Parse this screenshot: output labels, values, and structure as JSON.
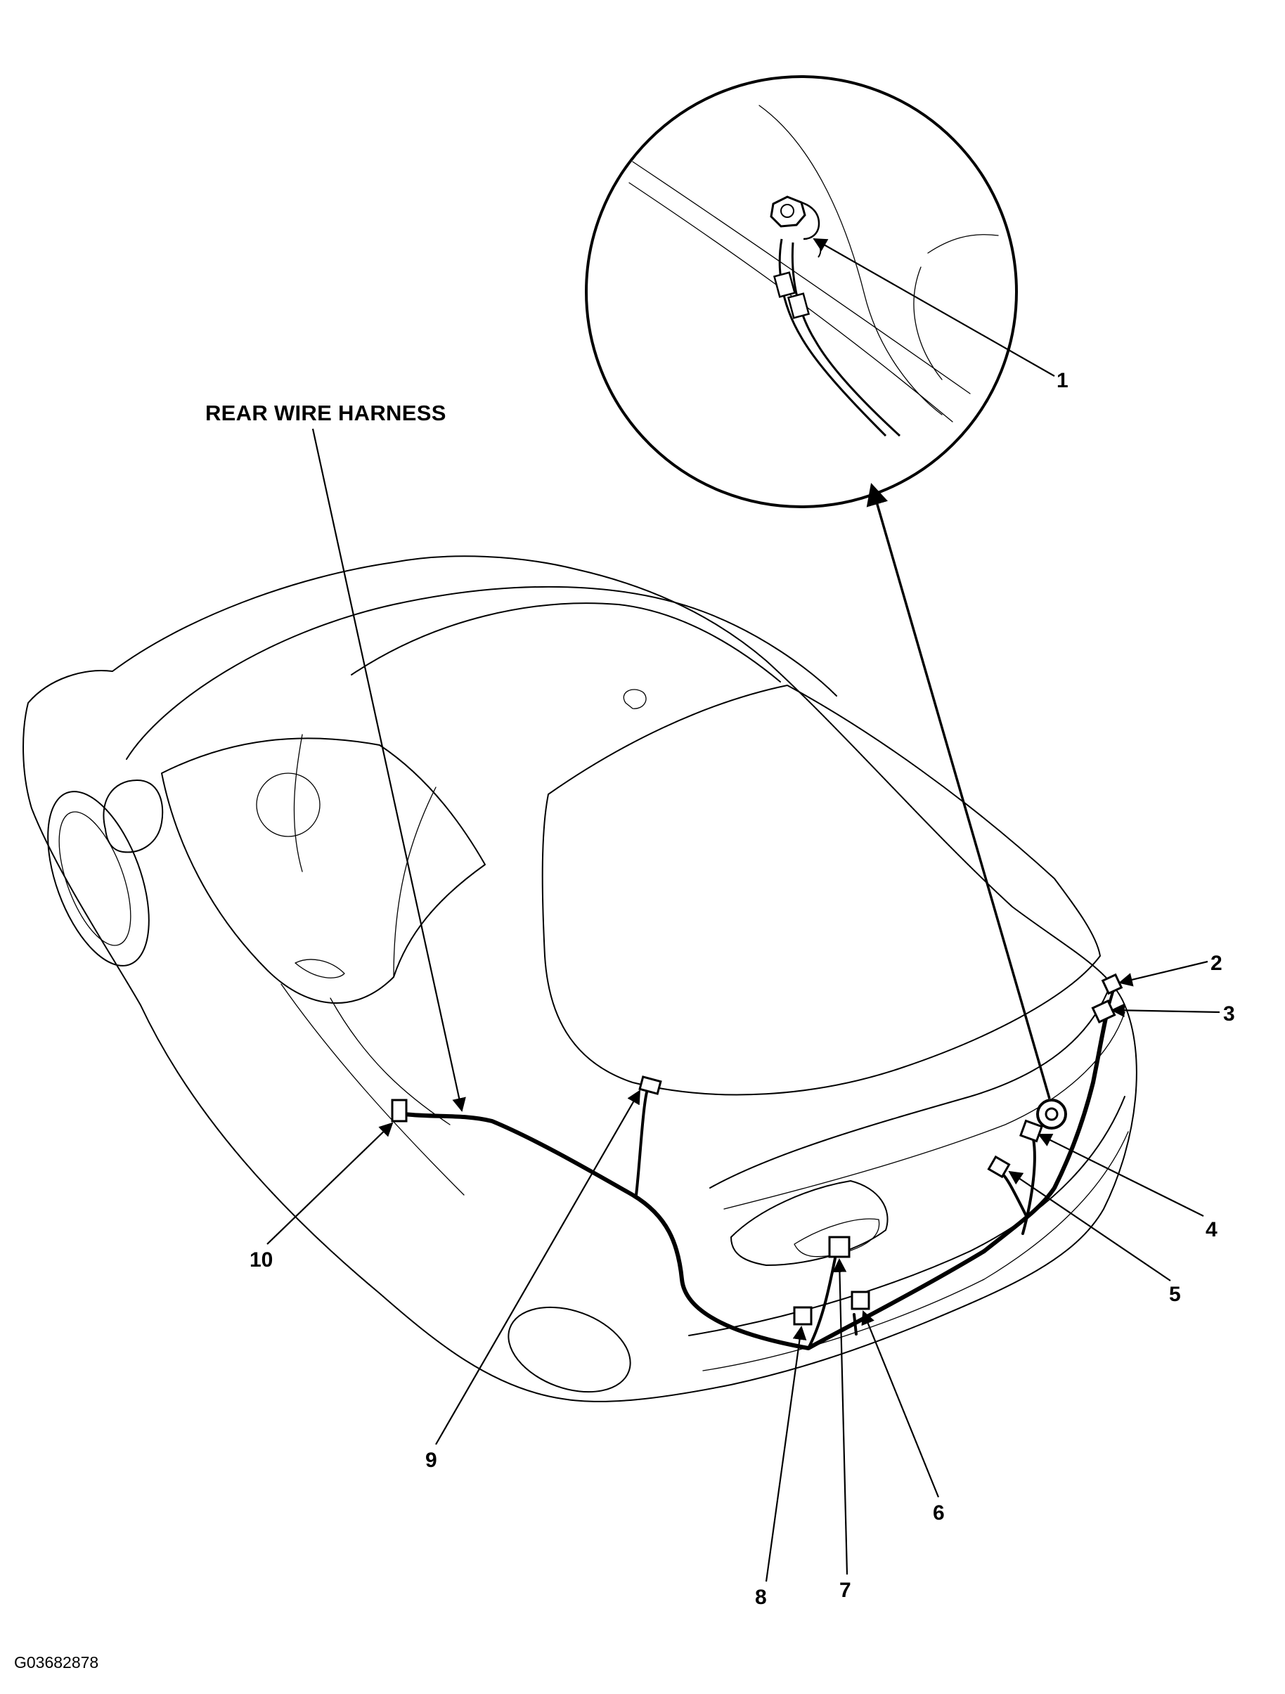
{
  "title": "REAR WIRE HARNESS",
  "figure_code": "G03682878",
  "callouts": [
    {
      "id": "1",
      "label": "1"
    },
    {
      "id": "2",
      "label": "2"
    },
    {
      "id": "3",
      "label": "3"
    },
    {
      "id": "4",
      "label": "4"
    },
    {
      "id": "5",
      "label": "5"
    },
    {
      "id": "6",
      "label": "6"
    },
    {
      "id": "7",
      "label": "7"
    },
    {
      "id": "8",
      "label": "8"
    },
    {
      "id": "9",
      "label": "9"
    },
    {
      "id": "10",
      "label": "10"
    }
  ]
}
